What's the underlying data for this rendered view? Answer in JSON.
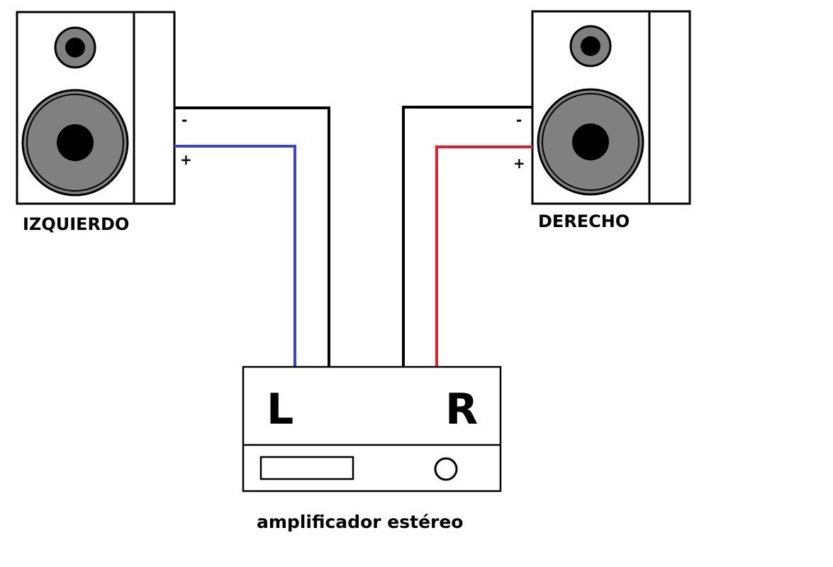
{
  "speakers": {
    "left": {
      "label": "IZQUIERDO",
      "minus": "-",
      "plus": "+"
    },
    "right": {
      "label": "DERECHO",
      "minus": "-",
      "plus": "+"
    }
  },
  "amplifier": {
    "left_channel": "L",
    "right_channel": "R",
    "caption": "amplificador estéreo"
  },
  "colors": {
    "left_positive_wire": "#3b45c0",
    "right_positive_wire": "#e0212b",
    "negative_wire": "#000000",
    "woofer_fill": "#808080"
  },
  "icons": [
    "speaker-icon",
    "woofer-icon",
    "tweeter-icon",
    "amplifier-icon",
    "knob-icon",
    "display-icon"
  ]
}
